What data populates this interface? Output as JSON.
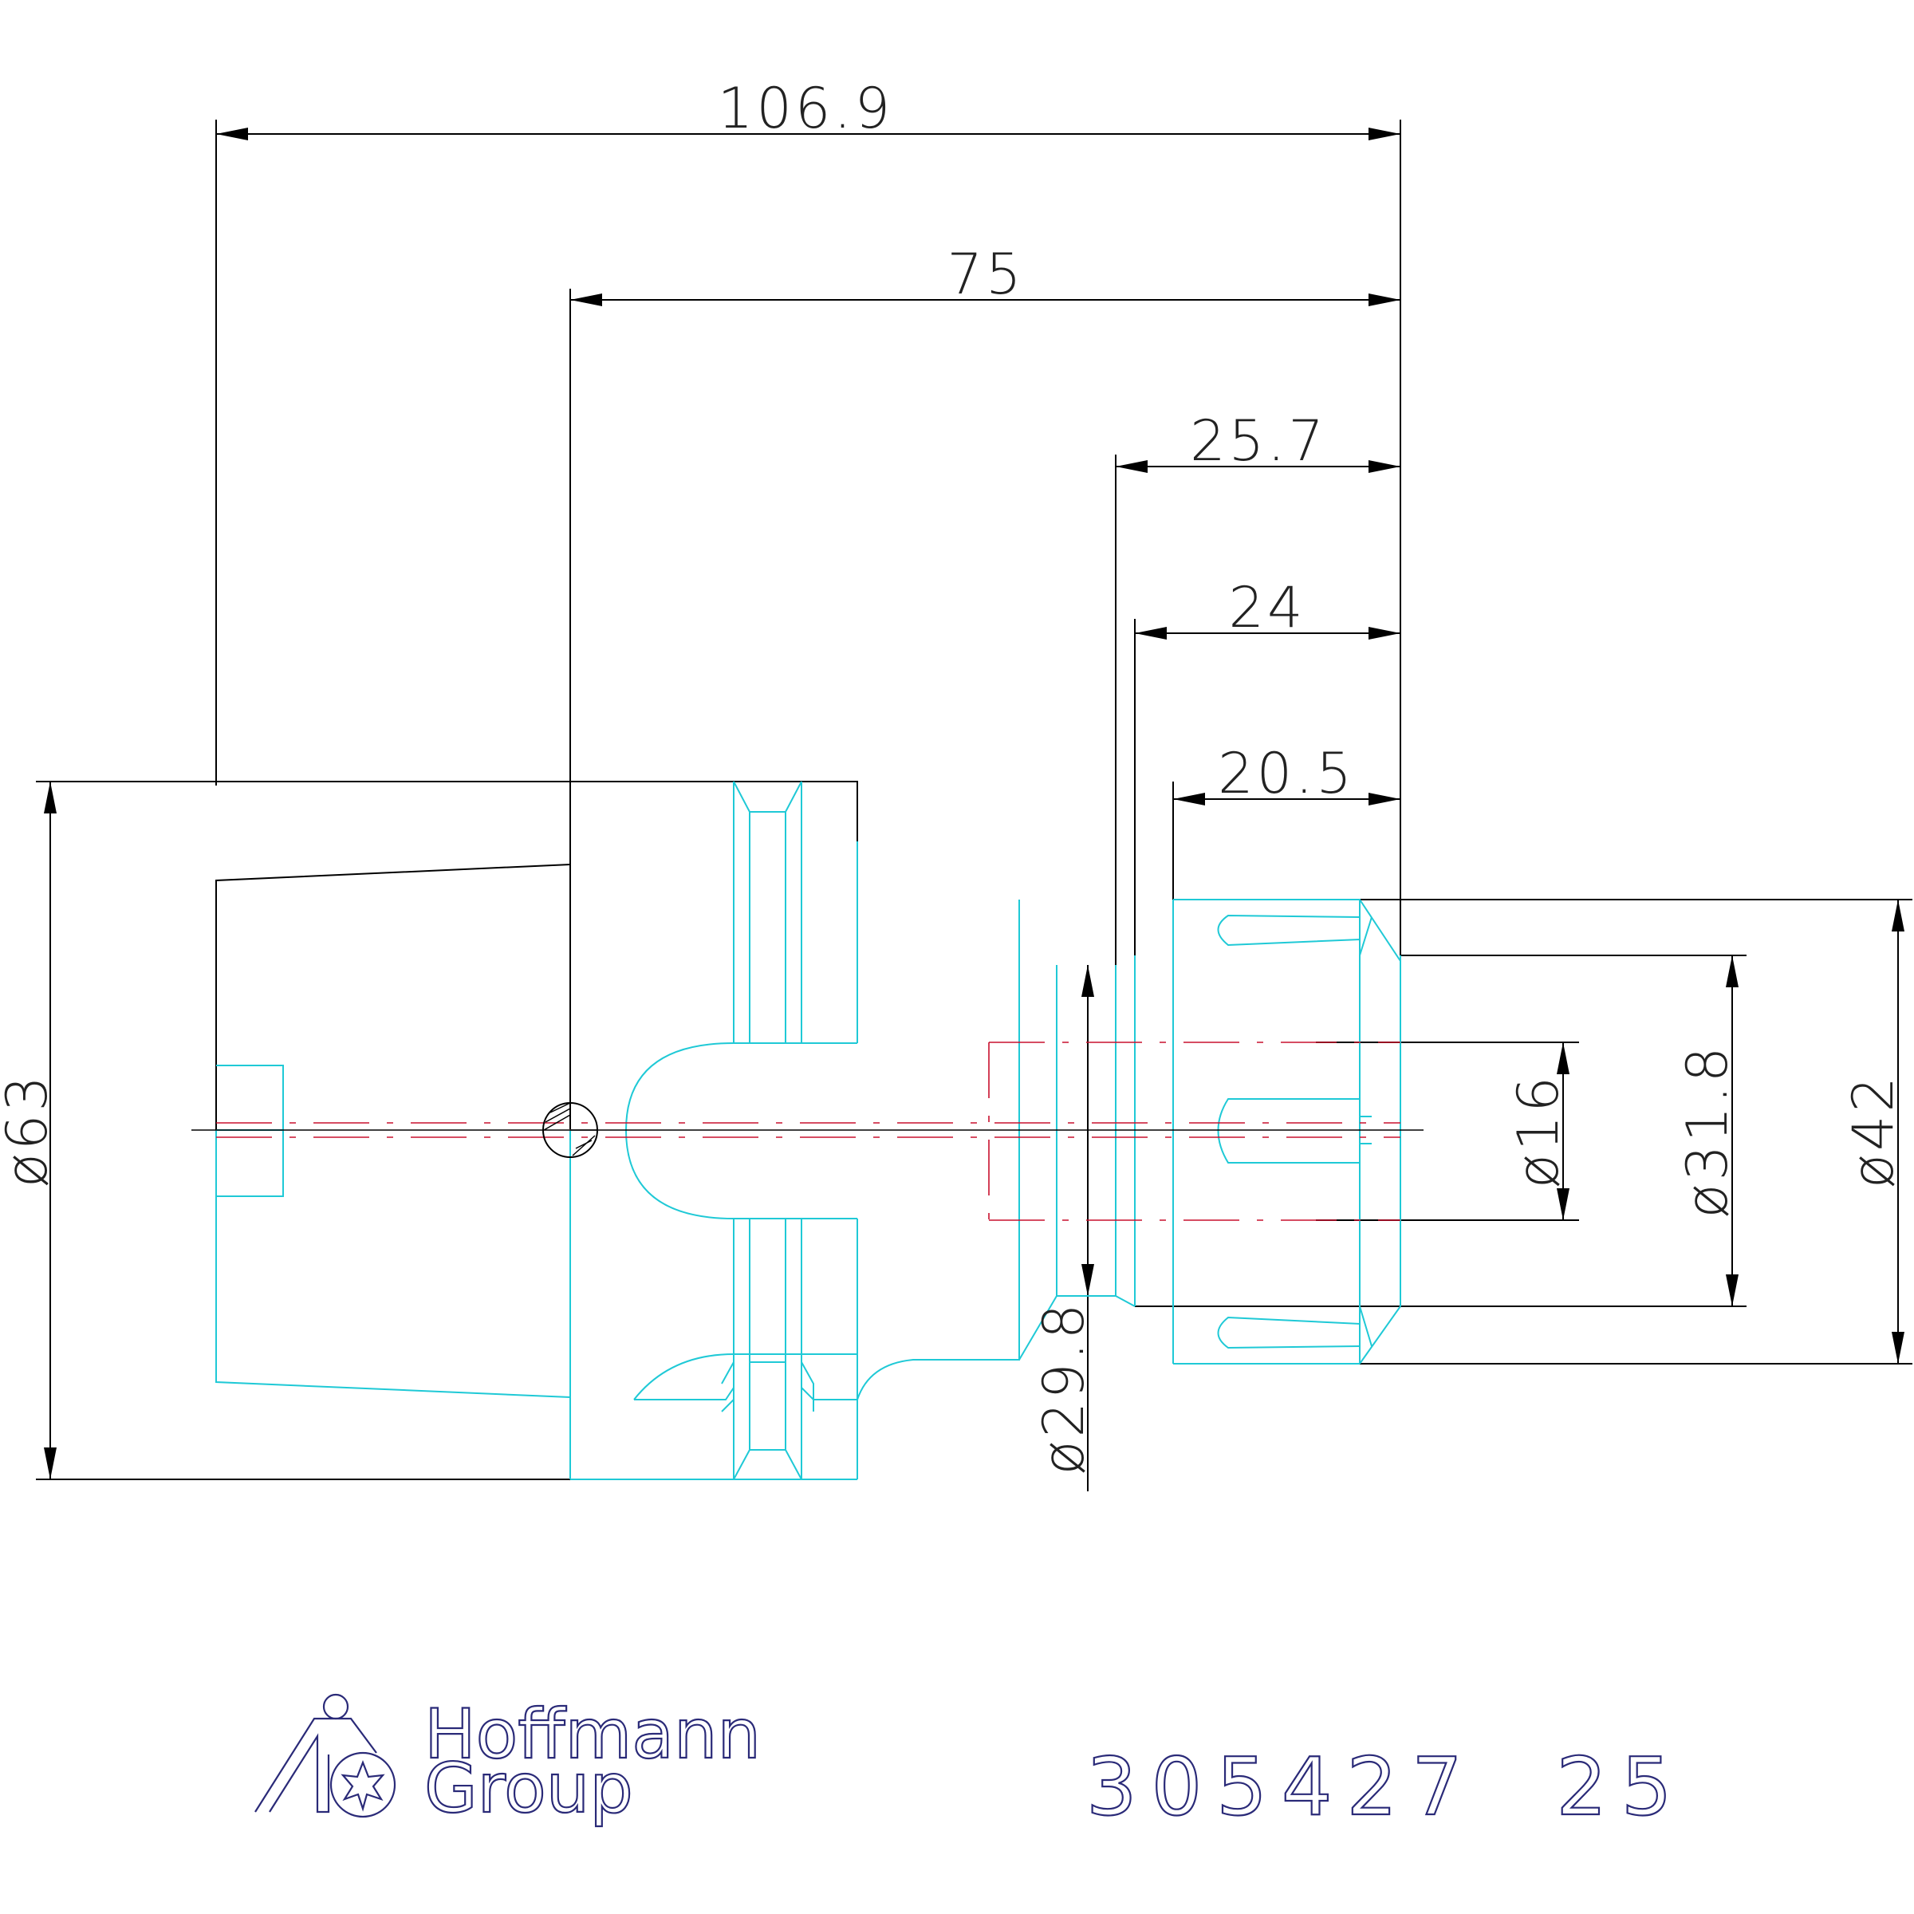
{
  "dimensions": {
    "d_106_9": "106.9",
    "d_75": "75",
    "d_25_7": "25.7",
    "d_24": "24",
    "d_20_5": "20.5",
    "d_dia63": "ø63",
    "d_dia29_8": "ø29.8",
    "d_dia16": "ø16",
    "d_dia31_8": "ø31.8",
    "d_dia42": "ø42"
  },
  "logo": {
    "line1": "Hoffmann",
    "line2": "Group"
  },
  "part_number": "305427  25",
  "colors": {
    "dimension": "#000000",
    "outline": "#1fc9d6",
    "hidden": "#c8102e",
    "logo": "#2a2a78"
  }
}
